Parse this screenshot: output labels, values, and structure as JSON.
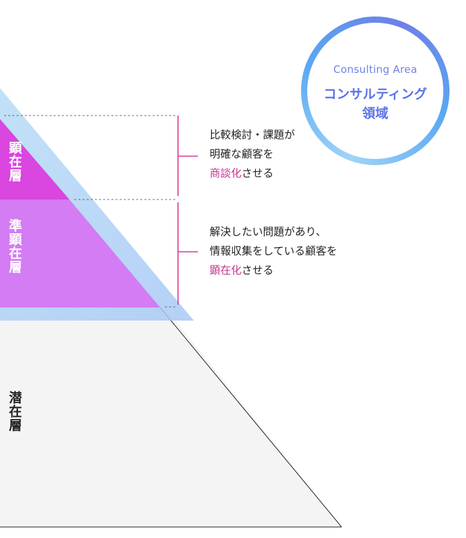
{
  "layers": {
    "top": "顕在層",
    "middle": "準顕在層",
    "bottom": "潜在層"
  },
  "descriptions": {
    "top": {
      "line1": "比較検討・課題が",
      "line2": "明確な顧客を",
      "line3_highlight": "商談化",
      "line3_rest": "させる"
    },
    "middle": {
      "line1": "解決したい問題があり、",
      "line2": "情報収集をしている顧客を",
      "line3_highlight": "顕在化",
      "line3_rest": "させる"
    }
  },
  "consulting": {
    "en": "Consulting Area",
    "jp_line1": "コンサルティング",
    "jp_line2": "領域"
  },
  "colors": {
    "top_layer": "#d946e0",
    "middle_layer": "#d37cf4",
    "bottom_layer": "#f4f4f4",
    "overlay_band": "#9ec8f2",
    "bracket": "#d63a97",
    "highlight_text": "#c9338f",
    "circle_text": "#5b73e6"
  }
}
